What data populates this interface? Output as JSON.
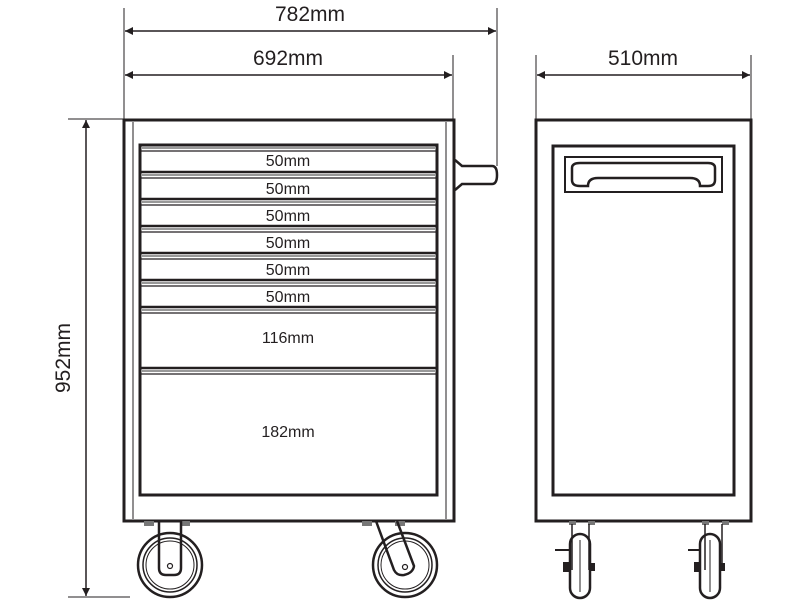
{
  "dimensions": {
    "overall_width": "782mm",
    "body_width": "692mm",
    "depth": "510mm",
    "height": "952mm"
  },
  "drawers": [
    "50mm",
    "50mm",
    "50mm",
    "50mm",
    "50mm",
    "50mm",
    "116mm",
    "182mm"
  ],
  "colors": {
    "line": "#231f20",
    "rail": "#999999"
  }
}
